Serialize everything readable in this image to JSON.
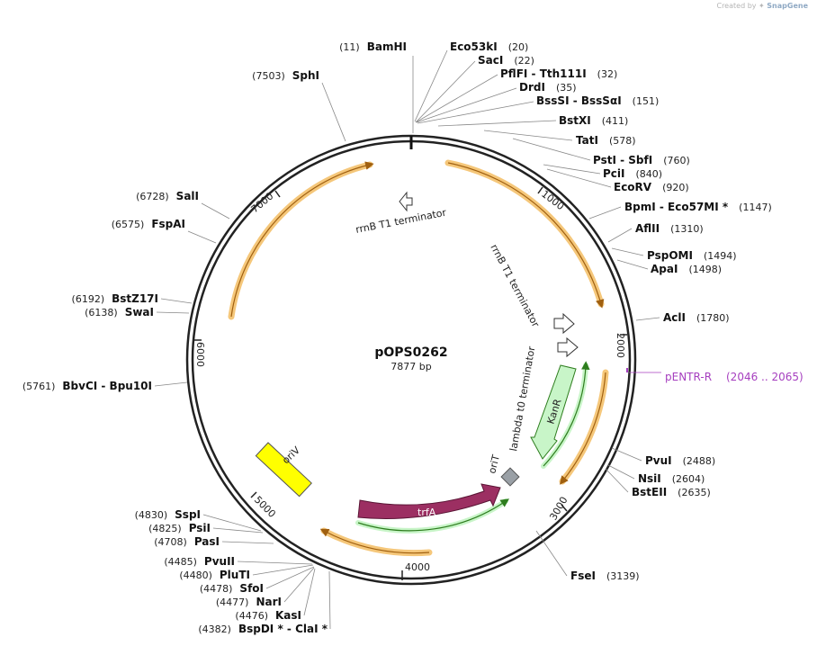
{
  "credit": {
    "prefix": "Created by",
    "brand": "SnapGene"
  },
  "plasmid": {
    "name": "pOPS0262",
    "size_label": "7877 bp",
    "length": 7877
  },
  "ticks": [
    "1000",
    "2000",
    "3000",
    "4000",
    "5000",
    "6000",
    "7000"
  ],
  "enzymes": [
    {
      "name": "BamHI",
      "pos": "(11)",
      "side": "left"
    },
    {
      "name": "Eco53kI",
      "pos": "(20)",
      "side": "right"
    },
    {
      "name": "SacI",
      "pos": "(22)",
      "side": "right"
    },
    {
      "name": "PflFI  - Tth111I",
      "pos": "(32)",
      "side": "right"
    },
    {
      "name": "DrdI",
      "pos": "(35)",
      "side": "right"
    },
    {
      "name": "BssSI  - BssSαI",
      "pos": "(151)",
      "side": "right"
    },
    {
      "name": "BstXI",
      "pos": "(411)",
      "side": "right"
    },
    {
      "name": "TatI",
      "pos": "(578)",
      "side": "right"
    },
    {
      "name": "PstI  - SbfI",
      "pos": "(760)",
      "side": "right"
    },
    {
      "name": "PciI",
      "pos": "(840)",
      "side": "right"
    },
    {
      "name": "EcoRV",
      "pos": "(920)",
      "side": "right"
    },
    {
      "name": "BpmI  - Eco57MI *",
      "pos": "(1147)",
      "side": "right"
    },
    {
      "name": "AflII",
      "pos": "(1310)",
      "side": "right"
    },
    {
      "name": "PspOMI",
      "pos": "(1494)",
      "side": "right"
    },
    {
      "name": "ApaI",
      "pos": "(1498)",
      "side": "right"
    },
    {
      "name": "AclI",
      "pos": "(1780)",
      "side": "right"
    },
    {
      "name": "PvuI",
      "pos": "(2488)",
      "side": "right"
    },
    {
      "name": "NsiI",
      "pos": "(2604)",
      "side": "right"
    },
    {
      "name": "BstEII",
      "pos": "(2635)",
      "side": "right"
    },
    {
      "name": "FseI",
      "pos": "(3139)",
      "side": "right"
    },
    {
      "name": "SphI",
      "pos": "(7503)",
      "side": "left"
    },
    {
      "name": "SalI",
      "pos": "(6728)",
      "side": "left"
    },
    {
      "name": "FspAI",
      "pos": "(6575)",
      "side": "left"
    },
    {
      "name": "BstZ17I",
      "pos": "(6192)",
      "side": "left"
    },
    {
      "name": "SwaI",
      "pos": "(6138)",
      "side": "left"
    },
    {
      "name": "BbvCI  - Bpu10I",
      "pos": "(5761)",
      "side": "left"
    },
    {
      "name": "SspI",
      "pos": "(4830)",
      "side": "left"
    },
    {
      "name": "PsiI",
      "pos": "(4825)",
      "side": "left"
    },
    {
      "name": "PasI",
      "pos": "(4708)",
      "side": "left"
    },
    {
      "name": "PvuII",
      "pos": "(4485)",
      "side": "left"
    },
    {
      "name": "PluTI",
      "pos": "(4480)",
      "side": "left"
    },
    {
      "name": "SfoI",
      "pos": "(4478)",
      "side": "left"
    },
    {
      "name": "NarI",
      "pos": "(4477)",
      "side": "left"
    },
    {
      "name": "KasI",
      "pos": "(4476)",
      "side": "left"
    },
    {
      "name": "BspDI *  - ClaI *",
      "pos": "(4382)",
      "side": "left"
    }
  ],
  "features": [
    {
      "name": "rrnB T1 terminator",
      "type": "terminator"
    },
    {
      "name": "rrnB T1 terminator",
      "type": "terminator"
    },
    {
      "name": "lambda t0 terminator",
      "type": "terminator"
    },
    {
      "name": "KanR",
      "type": "cds"
    },
    {
      "name": "oriT",
      "type": "origin"
    },
    {
      "name": "trfA",
      "type": "cds"
    },
    {
      "name": "oriV",
      "type": "origin"
    }
  ],
  "primer": {
    "name": "pENTR-R",
    "range": "(2046 .. 2065)"
  },
  "colors": {
    "backbone": "#222222",
    "orf_arrow": "#f5c77a",
    "kanr": "#c8f5c8",
    "trfa": "#9c2f62",
    "oriv": "#ffff00",
    "orit": "#9aa0a6",
    "primer": "#a63fbf",
    "green_arrow": "#7fd36b"
  }
}
